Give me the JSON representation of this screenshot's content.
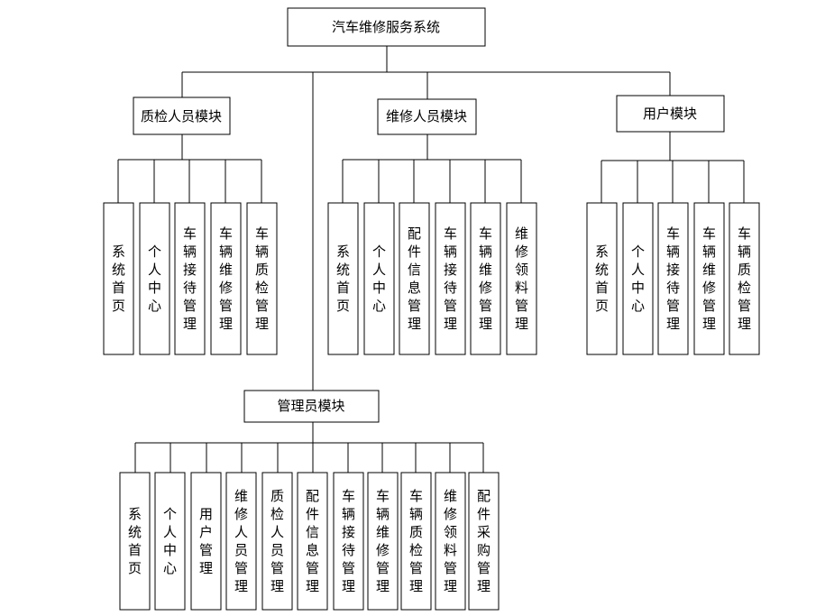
{
  "root": {
    "label": "汽车维修服务系统"
  },
  "modules": [
    {
      "label": "质检人员模块",
      "children": [
        "系统首页",
        "个人中心",
        "车辆接待管理",
        "车辆维修管理",
        "车辆质检管理"
      ]
    },
    {
      "label": "维修人员模块",
      "children": [
        "系统首页",
        "个人中心",
        "配件信息管理",
        "车辆接待管理",
        "车辆维修管理",
        "维修领料管理"
      ]
    },
    {
      "label": "用户模块",
      "children": [
        "系统首页",
        "个人中心",
        "车辆接待管理",
        "车辆维修管理",
        "车辆质检管理"
      ]
    },
    {
      "label": "管理员模块",
      "children": [
        "系统首页",
        "个人中心",
        "用户管理",
        "维修人员管理",
        "质检人员管理",
        "配件信息管理",
        "车辆接待管理",
        "车辆维修管理",
        "车辆质检管理",
        "维修领料管理",
        "配件采购管理"
      ]
    }
  ]
}
